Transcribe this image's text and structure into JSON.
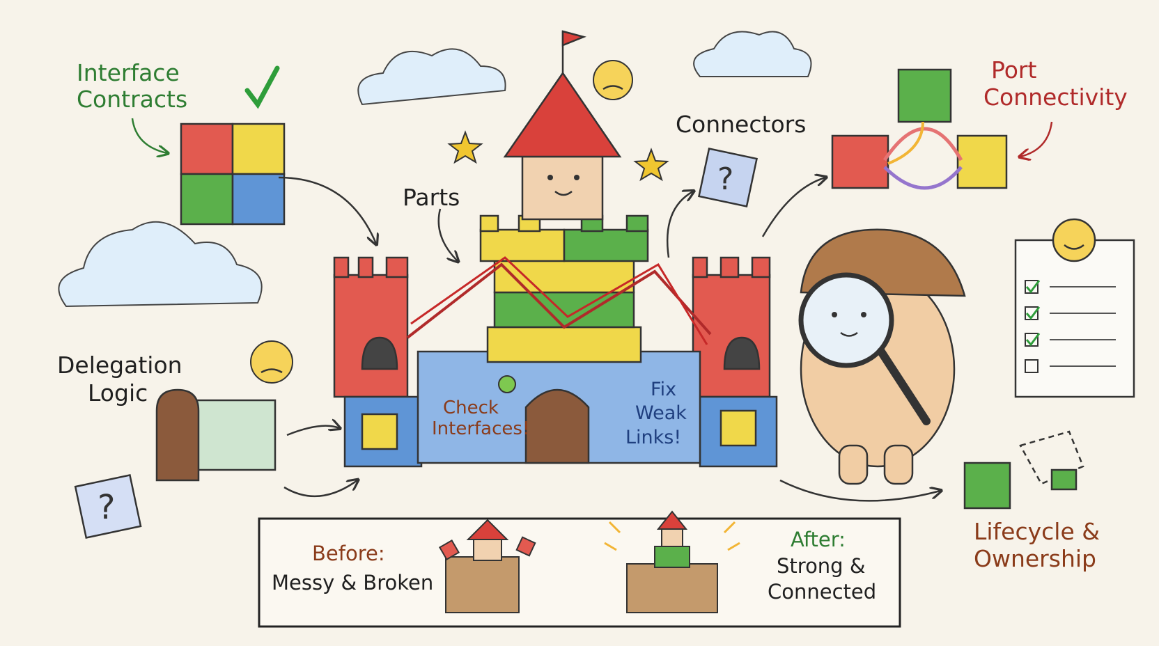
{
  "labels": {
    "interface_contracts": [
      "Interface",
      "Contracts"
    ],
    "parts": "Parts",
    "connectors": "Connectors",
    "port_connectivity": [
      "Port",
      "Connectivity"
    ],
    "delegation_logic": [
      "Delegation",
      "Logic"
    ],
    "lifecycle_ownership": [
      "Lifecycle &",
      "Ownership"
    ],
    "check_interfaces": [
      "Check",
      "Interfaces!"
    ],
    "fix_weak_links": [
      "Fix",
      "Weak",
      "Links!"
    ],
    "question_mark": "?"
  },
  "comparison": {
    "before": [
      "Before:",
      "Messy & Broken"
    ],
    "after": [
      "After:",
      "Strong &",
      "Connected"
    ]
  },
  "checklist": {
    "items_checked": [
      true,
      true,
      true,
      false
    ]
  },
  "colors": {
    "red": "#d9413b",
    "yellow": "#f0d84a",
    "green": "#5bb04b",
    "blue": "#5f95d6",
    "brown": "#8b5a3c",
    "background": "#f7f3ea"
  }
}
